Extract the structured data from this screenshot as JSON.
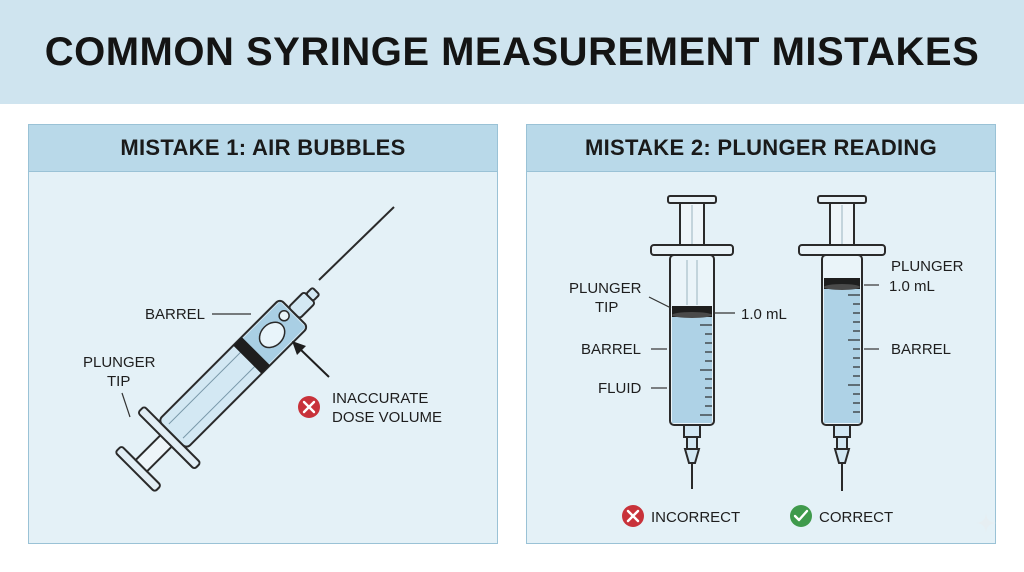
{
  "title": "COMMON SYRINGE MEASUREMENT MISTAKES",
  "panel1": {
    "heading": "MISTAKE 1: AIR BUBBLES",
    "labels": {
      "barrel": "BARREL",
      "plunger_tip_line1": "PLUNGER",
      "plunger_tip_line2": "TIP",
      "warning_line1": "INACCURATE",
      "warning_line2": "DOSE VOLUME"
    },
    "warning_icon": "x-circle-icon"
  },
  "panel2": {
    "heading": "MISTAKE 2: PLUNGER READING",
    "incorrect_syringe": {
      "plunger_tip_line1": "PLUNGER",
      "plunger_tip_line2": "TIP",
      "volume": "1.0 mL",
      "barrel": "BARREL",
      "fluid": "FLUID"
    },
    "correct_syringe": {
      "plunger": "PLUNGER",
      "volume": "1.0 mL",
      "barrel": "BARREL"
    },
    "legend": {
      "incorrect": "INCORRECT",
      "correct": "CORRECT",
      "incorrect_icon": "x-circle-icon",
      "correct_icon": "check-circle-icon",
      "incorrect_color": "#c8323a",
      "correct_color": "#3f9a4c"
    }
  }
}
